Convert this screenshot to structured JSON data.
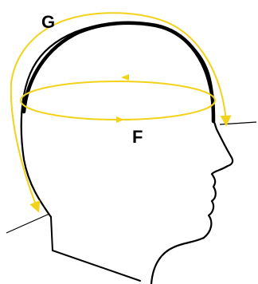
{
  "labels": {
    "g": "G",
    "f": "F"
  },
  "colors": {
    "outline": "#000000",
    "arrow": "#f2d21b",
    "background": "#ffffff"
  },
  "icons": {
    "head": "head-profile-outline",
    "arrow_g": "arc-arrow-over-head",
    "arrow_f": "ellipse-arrow-around-head"
  }
}
